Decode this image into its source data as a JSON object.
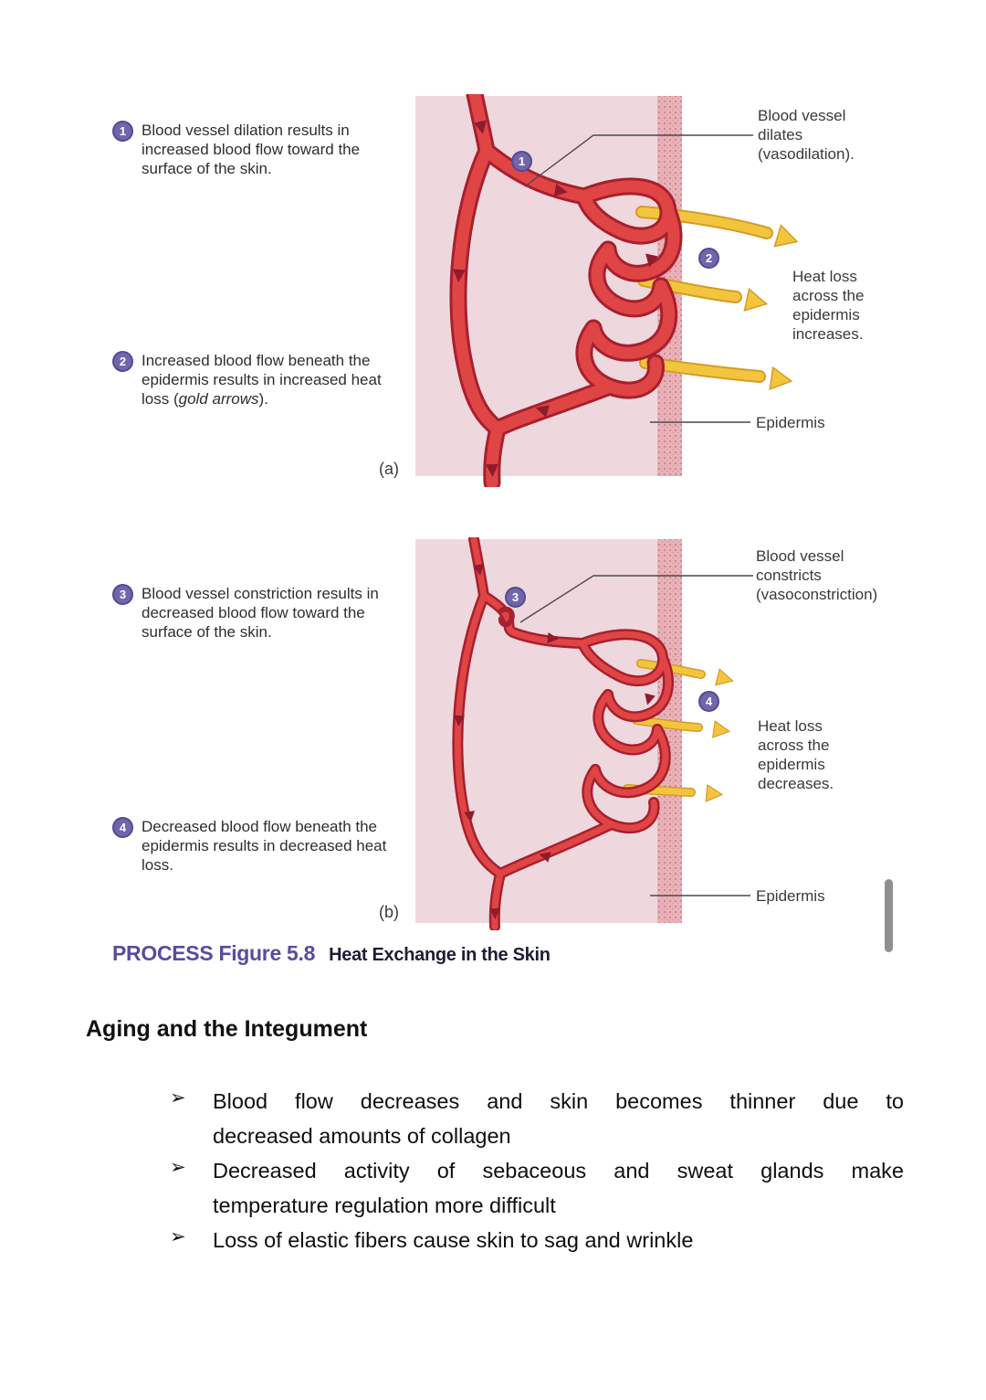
{
  "figure": {
    "caption_label": "PROCESS Figure 5.8",
    "caption_title": "Heat Exchange in the Skin",
    "panel_a": {
      "letter": "(a)",
      "callout_1": {
        "num": "1",
        "text": "Blood vessel dilation results in increased blood flow toward the surface of the skin."
      },
      "callout_2": {
        "num": "2",
        "pre": "Increased blood flow beneath the epidermis results in increased heat loss (",
        "italic": "gold arrows",
        "post": ")."
      },
      "label_vessel": "Blood vessel dilates (vasodilation).",
      "label_heat": "Heat loss across the epidermis increases.",
      "label_epidermis": "Epidermis"
    },
    "panel_b": {
      "letter": "(b)",
      "callout_3": {
        "num": "3",
        "text": "Blood vessel constriction results in decreased blood flow toward the surface of the skin."
      },
      "callout_4": {
        "num": "4",
        "text": "Decreased blood flow beneath the epidermis results in decreased heat loss."
      },
      "label_vessel": "Blood vessel constricts (vasoconstriction)",
      "label_heat": "Heat loss across the epidermis decreases.",
      "label_epidermis": "Epidermis"
    }
  },
  "section": {
    "heading": "Aging and the Integument",
    "bullet_glyph": "➢",
    "bullets": [
      {
        "lines": [
          "Blood flow decreases and skin becomes thinner due to",
          "decreased amounts of collagen"
        ]
      },
      {
        "lines": [
          "Decreased activity of sebaceous and sweat glands make",
          "temperature regulation more difficult"
        ]
      },
      {
        "lines": [
          "Loss of elastic fibers cause skin to sag and wrinkle"
        ]
      }
    ]
  },
  "colors": {
    "panel_bg": "#eed8de",
    "epidermis": "#e9b2b9",
    "vessel": "#e04545",
    "vessel_dark": "#a81f2e",
    "gold": "#f3c53f",
    "badge_purple": "#7066ad",
    "caption_purple": "#5a4b9e"
  }
}
